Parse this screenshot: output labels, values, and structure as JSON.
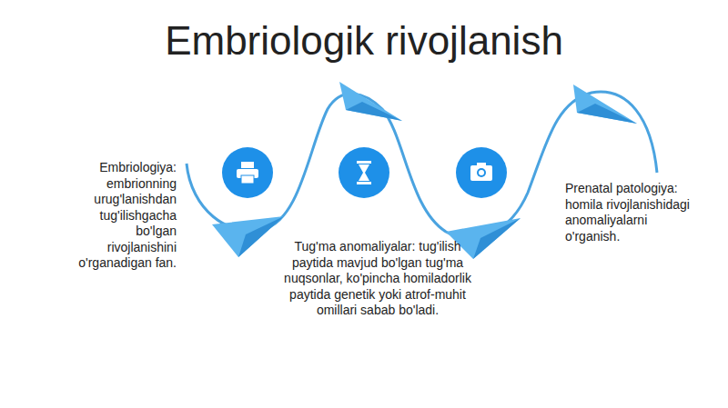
{
  "diagram": {
    "title": "Embriologik rivojlanish",
    "labels": [
      "Embriologiya: embrionning urug'lanishdan tug'ilishgacha bo'lgan rivojlanishini o'rganadigan fan.",
      "Tug'ma anomaliyalar: tug'ilish paytida mavjud bo'lgan tug'ma nuqsonlar, ko'pincha homiladorlik paytida genetik yoki atrof-muhit omillari sabab bo'ladi.",
      "Prenatal patologiya: homila rivojlanishidagi anomaliyalarni o'rganish."
    ]
  }
}
